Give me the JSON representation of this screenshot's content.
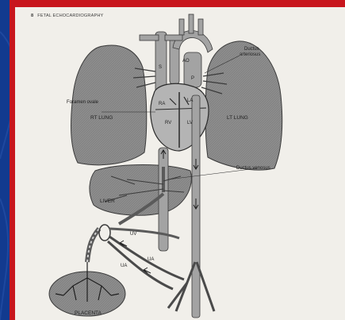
{
  "header": {
    "page_number": "8",
    "running_title": "FETAL ECHOCARDIOGRAPHY"
  },
  "labels": {
    "ductus_arteriosus_line1": "Ductus",
    "ductus_arteriosus_line2": "arteriosus",
    "foramen_ovale": "Foramen ovale",
    "ductus_venosus": "Ductus venosus",
    "rt_lung": "RT LUNG",
    "lt_lung": "LT LUNG",
    "liver": "LIVER",
    "placenta": "PLACENTA",
    "ra": "RA",
    "la": "LA",
    "rv": "RV",
    "lv": "LV",
    "s": "S",
    "ao": "AO",
    "p": "P",
    "uv": "UV",
    "ua_1": "UA",
    "ua_2": "UA"
  },
  "colors": {
    "slide_background": "#123a8f",
    "slide_frame": "#c8161d",
    "page": "#f1efea",
    "organ_fill": "#8d8d8d",
    "vessel_fill": "#a3a3a3",
    "ink": "#1e1e1e"
  }
}
